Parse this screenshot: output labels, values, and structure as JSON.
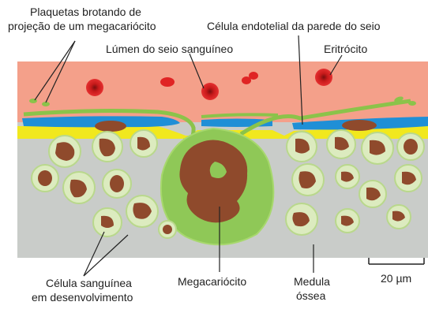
{
  "labels": {
    "platelets": [
      "Plaquetas brotando de",
      "projeção de um megacariócito"
    ],
    "endothelial": "Célula endotelial da parede do seio",
    "lumen": "Lúmen do seio sanguíneo",
    "erythrocyte": "Eritrócito",
    "developing_cell": [
      "Célula sanguínea",
      "em desenvolvimento"
    ],
    "megakaryocyte": "Megacariócito",
    "marrow": [
      "Medula",
      "óssea"
    ],
    "scale": "20 µm"
  },
  "colors": {
    "lumen": "#f4a08a",
    "marrow": "#c9ccc9",
    "endothelium": "#1f8fd6",
    "basement": "#f1e81e",
    "membrane": "#8bc34a",
    "cell_fill": "#dcebbf",
    "nucleus": "#8f4a2c",
    "erythrocyte": "#e02424",
    "megakaryocyte": "#8fc857"
  }
}
